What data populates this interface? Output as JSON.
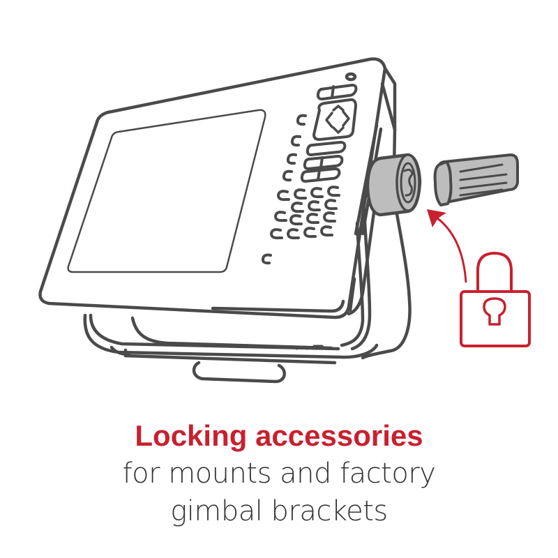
{
  "colors": {
    "accent_red": "#C8202F",
    "outline_gray": "#4A4A4A",
    "knob_fill": "#BDBDBD",
    "text_gray": "#333333",
    "background": "#FFFFFF"
  },
  "illustration": {
    "subject": "marine chartplotter/fishfinder display on gimbal bracket",
    "icons": [
      "chartplotter-device",
      "locking-knob",
      "locking-pin",
      "curved-arrow",
      "padlock-icon"
    ]
  },
  "caption": {
    "headline": "Locking accessories",
    "line2": "for mounts and factory",
    "line3": "gimbal brackets"
  }
}
